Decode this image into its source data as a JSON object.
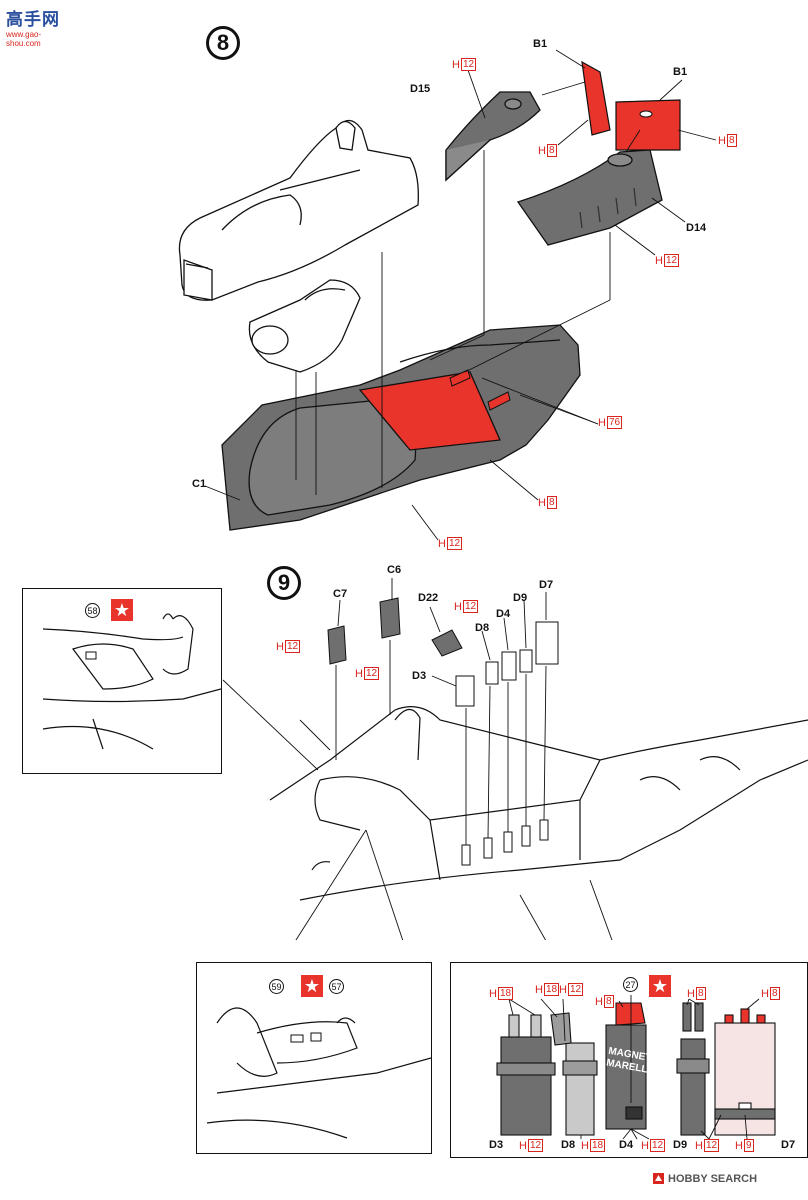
{
  "watermark_top": {
    "site": "高手网",
    "url": "www.gao-shou.com"
  },
  "watermark_bottom": {
    "text": "HOBBY SEARCH"
  },
  "marking_text": {
    "line1": "MAGNETI",
    "line2": "MARELLI"
  },
  "colors": {
    "accent_red": "#e8342b",
    "part_gray": "#6f6f6f",
    "light_gray": "#c9c9c9",
    "pink": "#f6e4e4",
    "line": "#111111"
  },
  "step8": {
    "number": "8",
    "parts": {
      "b1_left": "B1",
      "b1_right": "B1",
      "d15": "D15",
      "d14": "D14",
      "c1": "C1"
    },
    "paint": [
      {
        "prefix": "H",
        "code": "12"
      },
      {
        "prefix": "H",
        "code": "8"
      },
      {
        "prefix": "H",
        "code": "8"
      },
      {
        "prefix": "H",
        "code": "12"
      },
      {
        "prefix": "H",
        "code": "76"
      },
      {
        "prefix": "H",
        "code": "8"
      },
      {
        "prefix": "H",
        "code": "12"
      }
    ]
  },
  "step9": {
    "number": "9",
    "parts": {
      "c7": "C7",
      "c6": "C6",
      "d22": "D22",
      "d8": "D8",
      "d4": "D4",
      "d9": "D9",
      "d7": "D7",
      "d3": "D3"
    },
    "paint": [
      {
        "prefix": "H",
        "code": "12"
      },
      {
        "prefix": "H",
        "code": "12"
      },
      {
        "prefix": "H",
        "code": "12"
      }
    ],
    "inset_left": {
      "decal": "58"
    },
    "inset_middle": {
      "decal_a": "59",
      "decal_b": "57"
    },
    "inset_right": {
      "decal": "27",
      "parts": {
        "d3": "D3",
        "d8": "D8",
        "d4": "D4",
        "d9": "D9",
        "d7": "D7"
      },
      "paint": [
        {
          "prefix": "H",
          "code": "18"
        },
        {
          "prefix": "H",
          "code": "18"
        },
        {
          "prefix": "H",
          "code": "12"
        },
        {
          "prefix": "H",
          "code": "8"
        },
        {
          "prefix": "H",
          "code": "8"
        },
        {
          "prefix": "H",
          "code": "8"
        },
        {
          "prefix": "H",
          "code": "12"
        },
        {
          "prefix": "H",
          "code": "18"
        },
        {
          "prefix": "H",
          "code": "12"
        },
        {
          "prefix": "H",
          "code": "12"
        },
        {
          "prefix": "H",
          "code": "9"
        }
      ]
    }
  }
}
